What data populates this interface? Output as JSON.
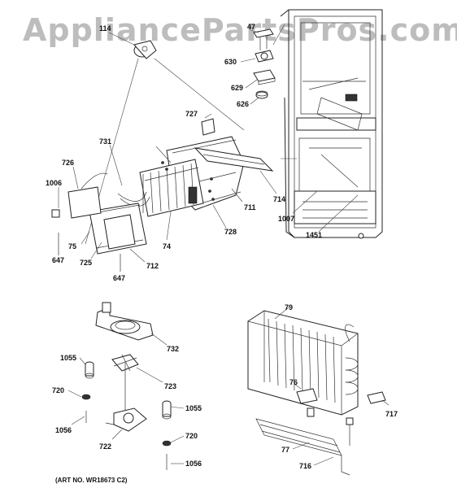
{
  "watermark": "AppliancePartsPros.com",
  "art_number": "(ART NO. WR18673 C2)",
  "callouts": {
    "c114": "114",
    "c47": "47",
    "c630": "630",
    "c629": "629",
    "c626": "626",
    "c727": "727",
    "c731": "731",
    "c726": "726",
    "c1006": "1006",
    "c75": "75",
    "c647a": "647",
    "c725": "725",
    "c712": "712",
    "c647b": "647",
    "c74": "74",
    "c711": "711",
    "c714": "714",
    "c728": "728",
    "c1007": "1007",
    "c1451": "1451",
    "c732": "732",
    "c1055a": "1055",
    "c723": "723",
    "c720a": "720",
    "c1055b": "1055",
    "c1056a": "1056",
    "c722": "722",
    "c720b": "720",
    "c1056b": "1056",
    "c79": "79",
    "c76": "76",
    "c717": "717",
    "c77": "77",
    "c716": "716"
  }
}
